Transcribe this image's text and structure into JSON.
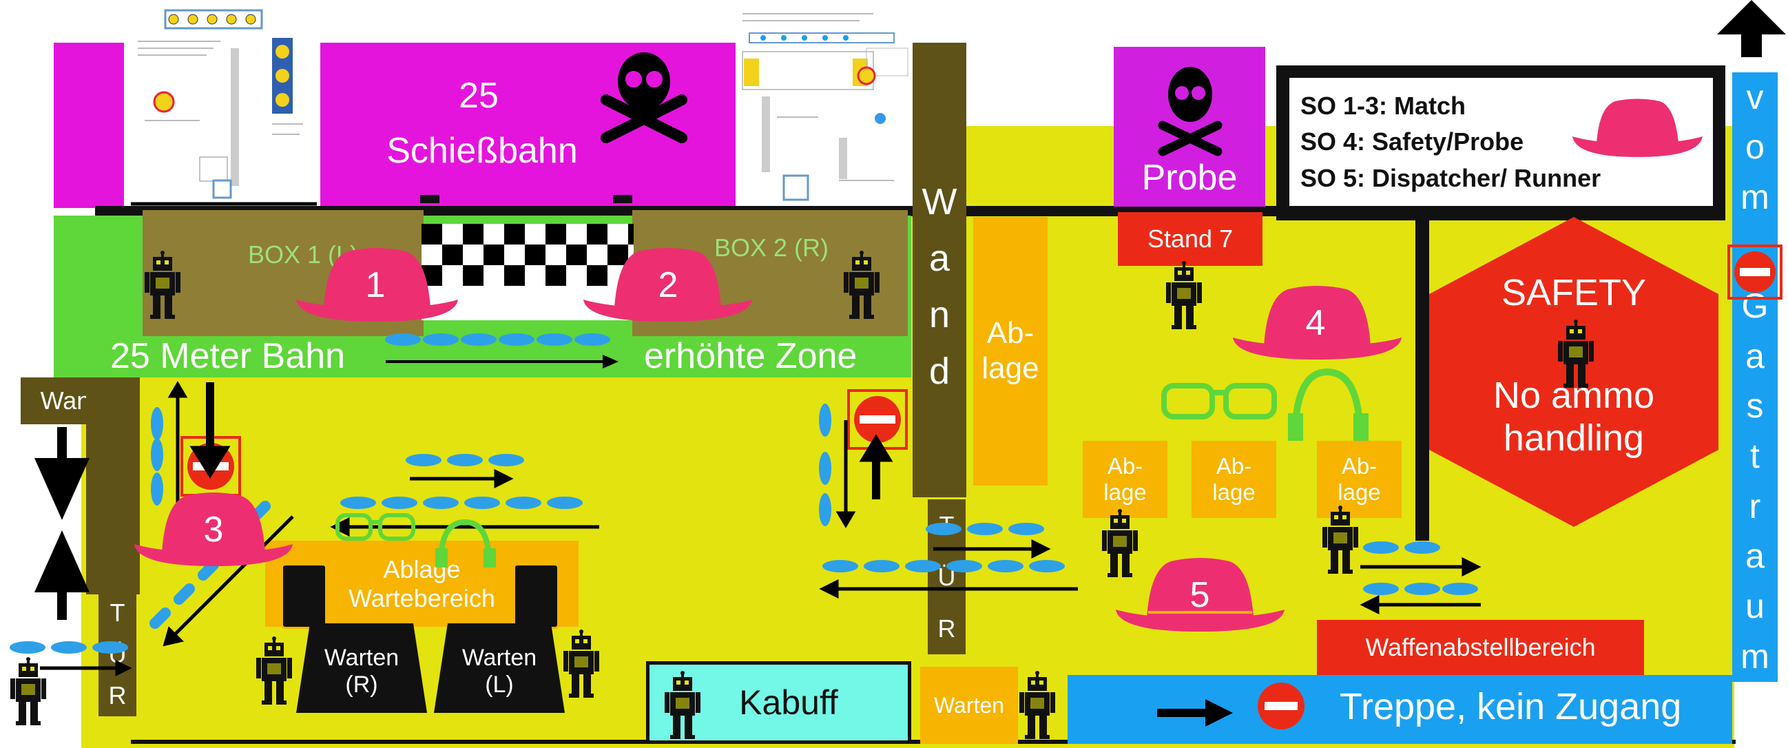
{
  "range": {
    "title_number": "25",
    "title_name": "Schießbahn",
    "lane_25m": "25 Meter Bahn",
    "raised_zone": "erhöhte Zone",
    "box1": "BOX 1 (L)",
    "box2": "BOX 2 (R)"
  },
  "areas": {
    "wall_vertical": [
      "W",
      "a",
      "n",
      "d"
    ],
    "wall_left": "Wand",
    "door_left": [
      "T",
      "Ü",
      "R"
    ],
    "door_mid": [
      "T",
      "Ü",
      "R"
    ],
    "ablage_tall": "Ab-\nlage",
    "ablage_small": "Ab-\nlage",
    "ablage_waiting": "Ablage\nWartebereich",
    "waiting_right": "Warten\n(R)",
    "waiting_left": "Warten\n(L)",
    "kabuff": "Kabuff",
    "warten": "Warten",
    "stairs": "Treppe, kein Zugang",
    "probe": "Probe",
    "stand7": "Stand 7",
    "weapons_area": "Waffenabstellbereich",
    "safety_title": "SAFETY",
    "safety_text": "No ammo\nhandling",
    "guest_room": [
      "v",
      "o",
      "m",
      "G",
      "a",
      "s",
      "t",
      "r",
      "a",
      "u",
      "m"
    ]
  },
  "legend": {
    "lines": [
      "SO 1-3: Match",
      "SO 4: Safety/Probe",
      "SO 5: Dispatcher/ Runner"
    ]
  },
  "officers": [
    "1",
    "2",
    "3",
    "4",
    "5"
  ],
  "colors": {
    "yellow_floor": "#e3e30f",
    "green_zone": "#5fd63a",
    "magenta": "#e414dc",
    "purple": "#d11fe0",
    "box_brown": "#8f7e35",
    "wall_olive": "#5f5217",
    "orange": "#f7b400",
    "red": "#ea2a17",
    "blue": "#1aa0f0",
    "hat_pink": "#ed2f72",
    "cyan": "#73f7e6",
    "shoe_blue": "#2ea0e8"
  }
}
